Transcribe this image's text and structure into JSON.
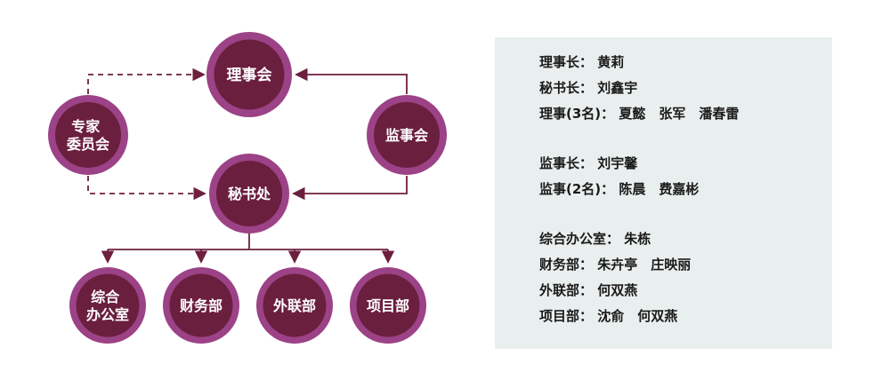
{
  "diagram": {
    "nodes": {
      "board": {
        "label": "理事会"
      },
      "expert": {
        "line1": "专家",
        "line2": "委员会"
      },
      "supervisory": {
        "label": "监事会"
      },
      "secretariat": {
        "label": "秘书处"
      },
      "general_office": {
        "line1": "综合",
        "line2": "办公室"
      },
      "finance": {
        "label": "财务部"
      },
      "outreach": {
        "label": "外联部"
      },
      "project": {
        "label": "项目部"
      }
    },
    "colors": {
      "ring": "#9c4286",
      "core": "#6b1f3f",
      "line": "#6d1f3e",
      "node_text": "#ffffff"
    }
  },
  "panel": {
    "bg": "#e9efee",
    "text_color": "#1a1a1a",
    "groups": [
      {
        "lines": [
          "理事长： 黄莉",
          "秘书长： 刘鑫宇",
          "理事(3名)： 夏懿　张军　潘春雷"
        ]
      },
      {
        "lines": [
          "监事长： 刘宇馨",
          "监事(2名)： 陈晨　费嘉彬"
        ]
      },
      {
        "lines": [
          "综合办公室： 朱栋",
          "财务部： 朱卉亭　庄映丽",
          "外联部： 何双燕",
          "项目部： 沈俞　何双燕"
        ]
      }
    ]
  }
}
